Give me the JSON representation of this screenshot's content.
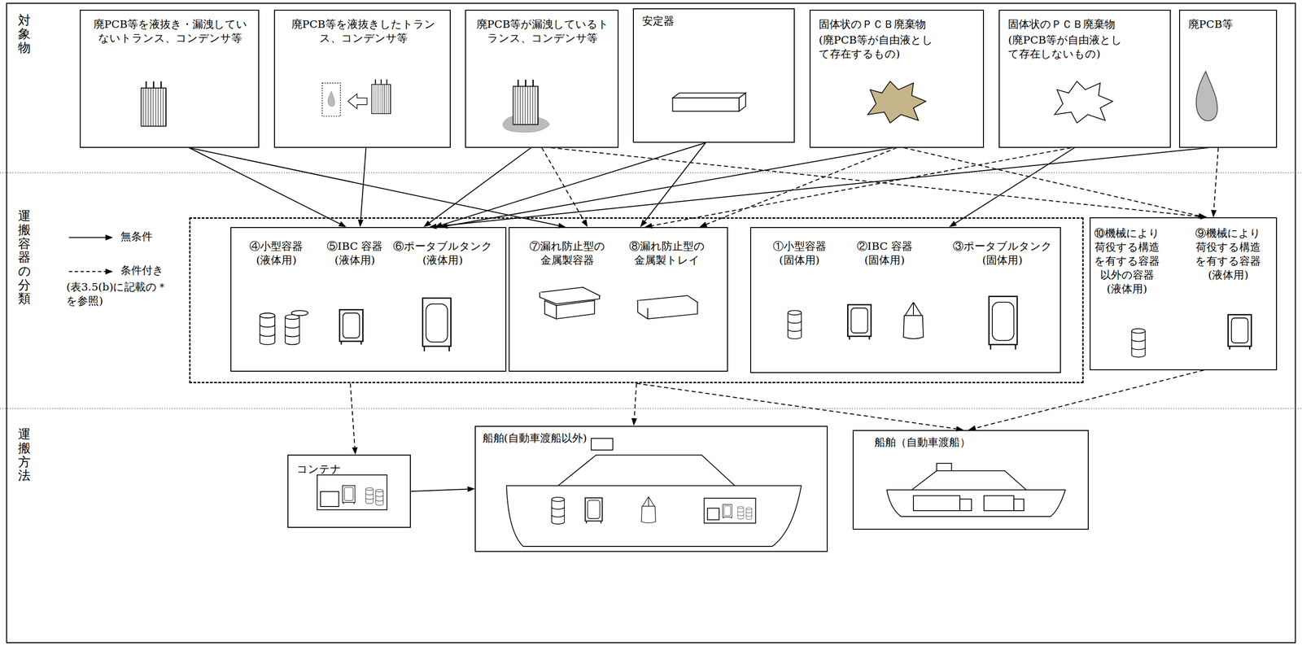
{
  "diagram": {
    "nodes": [
      {
        "text": [
          "廃PCB等を液抜き・漏洩していないトランス、コンデンサ等"
        ]
      },
      {
        "text": [
          "廃PCB等を液抜きしたトランス、コンデンサ等"
        ]
      },
      {
        "text": [
          "廃PCB等が漏洩しているトランス、コンデンサ等"
        ]
      },
      {
        "text": [
          "安定器"
        ]
      },
      {
        "text": [
          "固体状のＰＣＢ廃棄物",
          "(廃PCB等が自由液として存在するもの)"
        ]
      },
      {
        "text": [
          "固体状のＰＣＢ廃棄物",
          "(廃PCB等が自由液として存在しないもの)"
        ]
      },
      {
        "text": [
          "廃PCB等"
        ]
      },
      {
        "text": []
      },
      {
        "text": [
          "④小型容器 (液体用)",
          "⑤IBC 容器 (液体用)",
          "⑥ポータブルタンク (液体用)"
        ],
        "in": 7
      },
      {
        "text": [
          "⑦漏れ防止型の 金属製容器",
          "⑧漏れ防止型の 金属製トレイ"
        ],
        "in": 7
      },
      {
        "text": [
          "①小型容器 (固体用)",
          "②IBC 容器 (固体用)",
          "③ポータブルタンク (固体用)"
        ],
        "in": 7
      },
      {
        "text": [
          "⑩機械により 荷役する構造 を有する容器 以外の容器 (液体用)",
          "⑨機械により 荷役する構造 を有する容器 (液体用)"
        ]
      },
      {
        "text": [
          "コンテナ"
        ]
      },
      {
        "text": [
          "船舶(自動車渡船以外)"
        ]
      },
      {
        "text": [
          "船舶（自動車渡船）"
        ]
      }
    ],
    "edges": [
      {
        "from": 0,
        "to": 8,
        "arrow": "to"
      },
      {
        "from": 0,
        "to": 9,
        "arrow": "to"
      },
      {
        "from": 1,
        "to": 8,
        "arrow": "to"
      },
      {
        "from": 2,
        "to": 8,
        "arrow": "to"
      },
      {
        "from": 2,
        "to": 9,
        "arrow": "to"
      },
      {
        "from": 2,
        "to": 11,
        "arrow": "to"
      },
      {
        "from": 3,
        "to": 8,
        "arrow": "to"
      },
      {
        "from": 3,
        "to": 9,
        "arrow": "to"
      },
      {
        "from": 4,
        "to": 8,
        "arrow": "to"
      },
      {
        "from": 4,
        "to": 9,
        "arrow": "to"
      },
      {
        "from": 4,
        "to": 11,
        "arrow": "to"
      },
      {
        "from": 5,
        "to": 9,
        "arrow": "to"
      },
      {
        "from": 5,
        "to": 10,
        "arrow": "to"
      },
      {
        "from": 6,
        "to": 8,
        "arrow": "to"
      },
      {
        "from": 6,
        "to": 11,
        "arrow": "to"
      },
      {
        "from": 7,
        "to": 12,
        "arrow": "to"
      },
      {
        "from": 7,
        "to": 13,
        "arrow": "to"
      },
      {
        "from": 7,
        "to": 14,
        "arrow": "to"
      },
      {
        "from": 11,
        "to": 14,
        "arrow": "to"
      },
      {
        "from": 12,
        "to": 13,
        "arrow": "to"
      }
    ],
    "labels": [
      "対象物",
      "運搬容器の分類",
      "運搬方法",
      "(表3.5(b)に記載の＊を参照)"
    ],
    "legend": [
      {
        "text": "無条件"
      },
      {
        "text": "条件付き"
      }
    ]
  }
}
